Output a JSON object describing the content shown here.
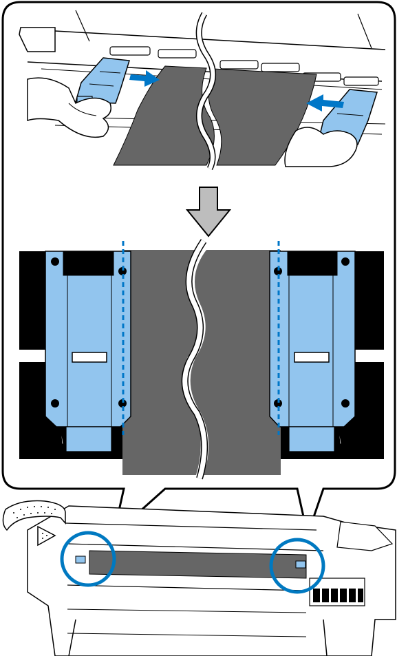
{
  "figure": {
    "panels": [
      "align-paper-guide-plates-top-view",
      "paper-guide-plate-detail",
      "printer-front-view"
    ],
    "colors": {
      "plate_blue": "#92c5ee",
      "paper_gray": "#666666",
      "outline_black": "#000000",
      "arrow_gray": "#bdbdbd",
      "arrow_blue": "#0077c8",
      "highlight_circle": "#0079c1"
    },
    "icons": [
      "push-right-arrow-icon",
      "push-left-arrow-icon",
      "down-arrow-icon",
      "rotate-arrow-icon"
    ]
  }
}
